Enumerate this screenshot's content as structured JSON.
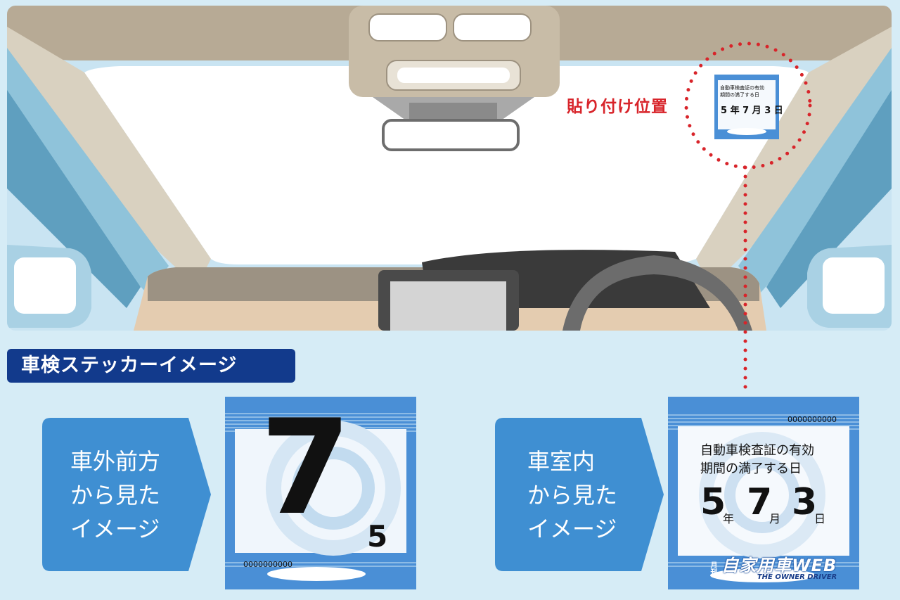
{
  "placement_label": "貼り付け位置",
  "section_title": "車検ステッカーイメージ",
  "front_view": {
    "lines": [
      "車外前方",
      "から見た",
      "イメージ"
    ],
    "month": "7",
    "year": "5",
    "serial": "0000000000"
  },
  "inside_view": {
    "lines": [
      "車室内",
      "から見た",
      "イメージ"
    ],
    "serial": "0000000000",
    "text_line1": "自動車検査証の有効",
    "text_line2": "期間の満了する日",
    "year": "5",
    "year_unit": "年",
    "month": "7",
    "month_unit": "月",
    "day": "3",
    "day_unit": "日"
  },
  "mini_sticker": {
    "text_line1": "自動車検査証の有効",
    "text_line2": "期間の満了する日",
    "date_text": "5 年 7 月 3 日"
  },
  "logo": {
    "prefix": "月刊",
    "name": "自家用車WEB",
    "subtitle": "THE OWNER DRIVER"
  },
  "colors": {
    "background": "#d6ecf6",
    "accent_red": "#d8242a",
    "heading_navy": "#123a8c",
    "arrow_blue": "#3f8fd2",
    "sticker_blue": "#4a8fd6"
  }
}
